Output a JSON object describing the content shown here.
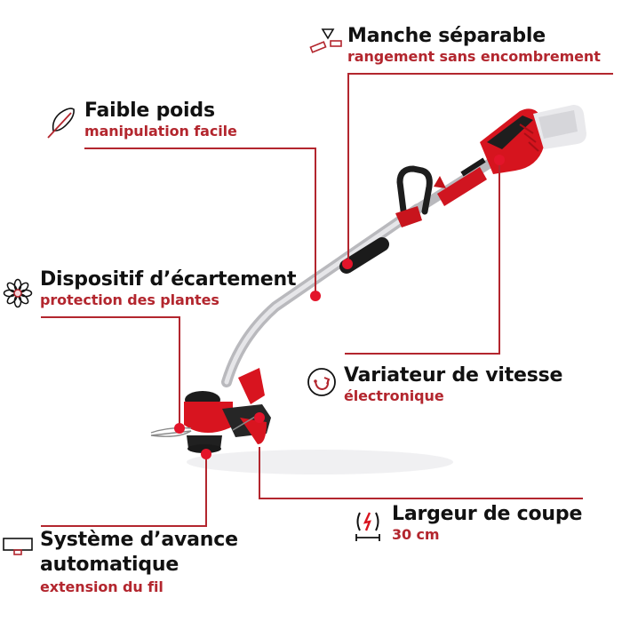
{
  "product": {
    "name": "cordless grass trimmer",
    "colors": {
      "accent": "#b3262e",
      "dot": "#e3142a",
      "body": "#d8141f",
      "shaft": "#c8c8cc",
      "text": "#111111"
    }
  },
  "features": [
    {
      "id": "manche",
      "title": "Manche séparable",
      "subtitle": "rangement sans encombrement",
      "icon": "separable-handle-icon"
    },
    {
      "id": "poids",
      "title": "Faible poids",
      "subtitle": "manipulation facile",
      "icon": "feather-icon"
    },
    {
      "id": "ecartement",
      "title": "Dispositif d’écartement",
      "subtitle": "protection des plantes",
      "icon": "flower-icon"
    },
    {
      "id": "variateur",
      "title": "Variateur de vitesse",
      "subtitle": "électronique",
      "icon": "speed-dial-icon"
    },
    {
      "id": "largeur",
      "title": "Largeur de coupe",
      "subtitle": "30 cm",
      "icon": "cut-width-icon"
    },
    {
      "id": "avance",
      "title": "Système d’avance",
      "title2": "automatique",
      "subtitle": "extension du fil",
      "icon": "line-feed-icon"
    }
  ]
}
